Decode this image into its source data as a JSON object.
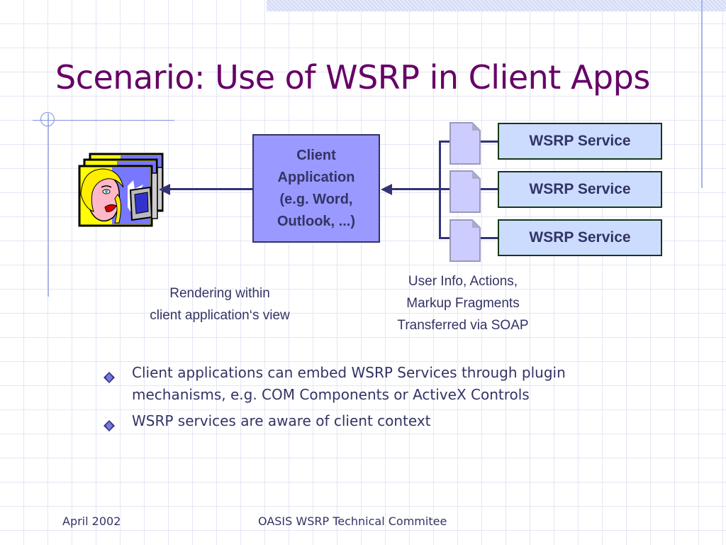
{
  "slide": {
    "title": "Scenario: Use of WSRP in Client Apps",
    "colors": {
      "title": "#660066",
      "text": "#333366",
      "client_box_fill": "#9999ff",
      "service_box_fill": "#ccdcff",
      "service_box_border": "#163816",
      "document_fill": "#ccccff",
      "connector": "#333377"
    }
  },
  "diagram": {
    "user_clipart": "user-at-computer-clipart",
    "client_app": {
      "lines": [
        "Client",
        "Application",
        "(e.g. Word,",
        "Outlook, ...)"
      ]
    },
    "services": [
      {
        "label": "WSRP Service"
      },
      {
        "label": "WSRP Service"
      },
      {
        "label": "WSRP Service"
      }
    ],
    "documents": [
      "document-icon",
      "document-icon",
      "document-icon"
    ],
    "caption_left": {
      "lines": [
        "Rendering within",
        "client application‘s view"
      ]
    },
    "caption_right": {
      "lines": [
        "User Info, Actions,",
        "Markup Fragments",
        "Transferred via SOAP"
      ]
    }
  },
  "bullets": [
    {
      "lines": [
        "Client applications can embed WSRP Services through plugin",
        "mechanisms, e.g. COM Components or ActiveX Controls"
      ]
    },
    {
      "lines": [
        "WSRP services are aware of client context"
      ]
    }
  ],
  "footer": {
    "date": "April 2002",
    "organization": "OASIS WSRP Technical Commitee"
  }
}
